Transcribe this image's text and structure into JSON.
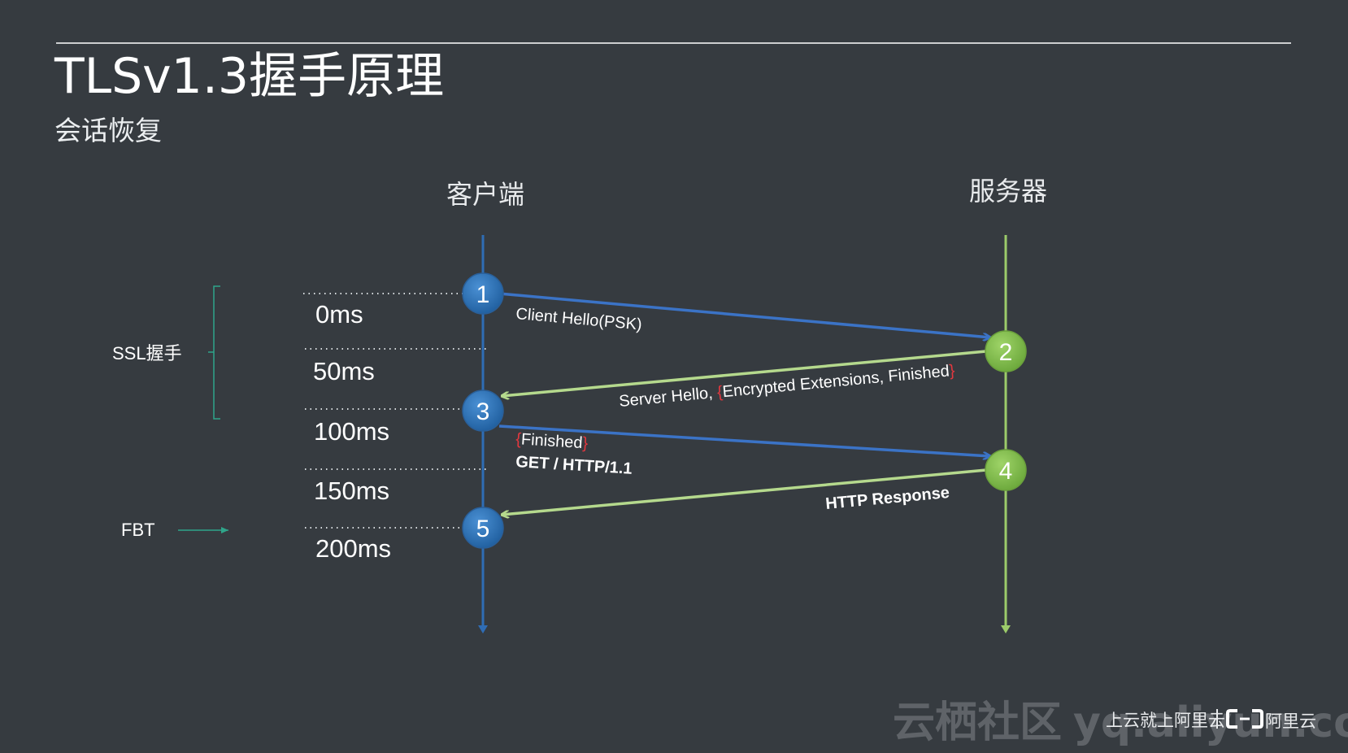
{
  "slide": {
    "title": "TLSv1.3握手原理",
    "subtitle": "会话恢复"
  },
  "columns": {
    "client": "客户端",
    "server": "服务器"
  },
  "timeline": [
    "0ms",
    "50ms",
    "100ms",
    "150ms",
    "200ms"
  ],
  "side_labels": {
    "ssl_handshake": "SSL握手",
    "fbt": "FBT"
  },
  "nodes": [
    "1",
    "2",
    "3",
    "4",
    "5"
  ],
  "messages": {
    "client_hello": "Client Hello(PSK)",
    "server_hello_prefix": "Server Hello, ",
    "brace_open": "{",
    "encrypted_ext": "Encrypted Extensions, Finished",
    "brace_close": "}",
    "finished": "Finished",
    "get_request": "GET / HTTP/1.1",
    "http_response": "HTTP Response"
  },
  "watermark": {
    "community": "云栖社区",
    "domain": "yq.aliyun.com",
    "slogan": "上云就上阿里云",
    "brand": "阿里云"
  },
  "colors": {
    "background": "#363b40",
    "client_line": "#2f6db5",
    "client_node": "#2a72b8",
    "server_line": "#9ccb6a",
    "server_node": "#86c24a",
    "brace_accent": "#e2383f",
    "bracket_teal": "#2fa58a"
  }
}
